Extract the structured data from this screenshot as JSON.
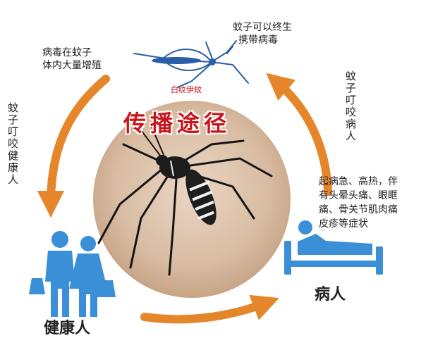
{
  "labels": {
    "virus_multiply": [
      "病毒在蚊子",
      "体内大量增殖"
    ],
    "lifelong_carrier": [
      "蚊子可以终生",
      "携带病毒"
    ],
    "mosquito_species": "白纹伊蚊",
    "title": "传播途径",
    "bite_healthy": "蚊子叮咬健康人",
    "bite_patient": "蚊子叮咬病人",
    "symptoms": [
      "起病急、高热，伴",
      "有头晕头痛、眼眶",
      "痛、骨关节肌肉痛",
      "皮疹等症状"
    ],
    "patient": "病人",
    "healthy_person": "健康人"
  },
  "colors": {
    "arrow": "#e5862a",
    "figure_blue": "#3a8fd6",
    "title_red": "#c8161d"
  }
}
